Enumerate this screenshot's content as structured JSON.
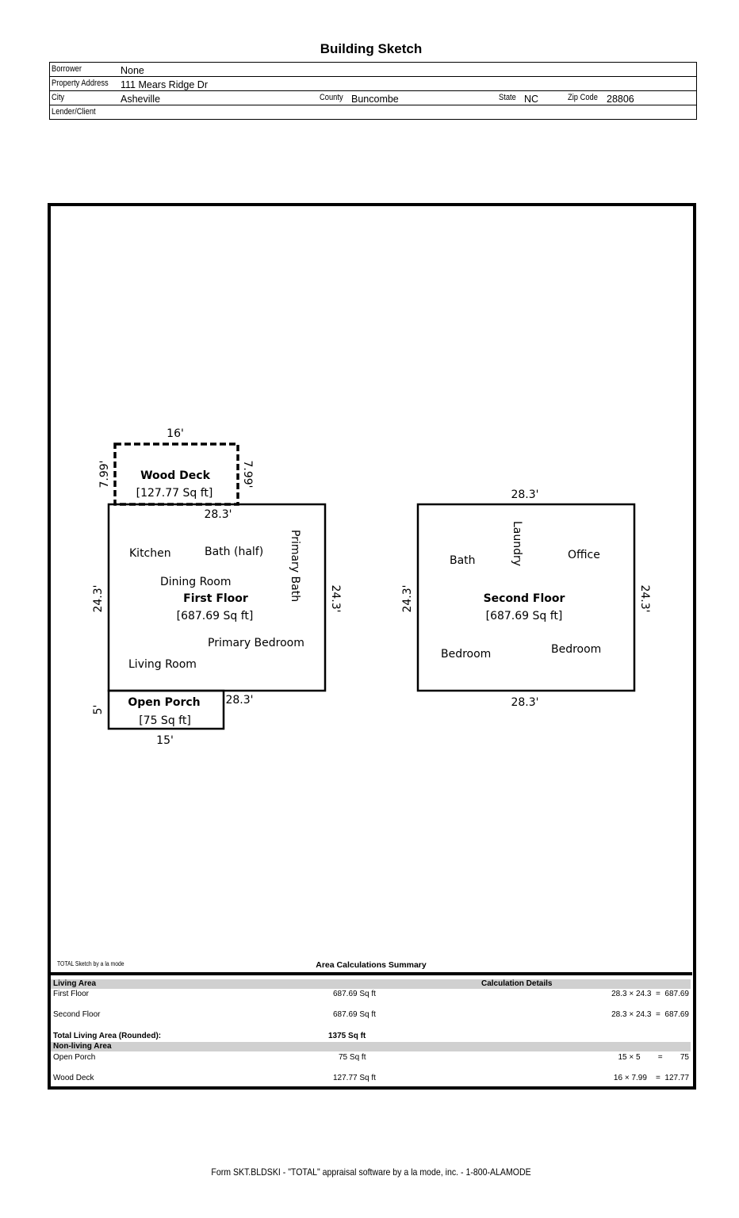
{
  "title": "Building Sketch",
  "header": {
    "borrower_label": "Borrower",
    "borrower": "None",
    "address_label": "Property Address",
    "address": "111 Mears Ridge Dr",
    "city_label": "City",
    "city": "Asheville",
    "county_label": "County",
    "county": "Buncombe",
    "state_label": "State",
    "state": "NC",
    "zip_label": "Zip Code",
    "zip": "28806",
    "lender_label": "Lender/Client"
  },
  "sketch": {
    "deck": {
      "name": "Wood Deck",
      "area": "[127.77 Sq ft]",
      "top": "16'",
      "left": "7.99'",
      "right": "7.99'"
    },
    "first": {
      "name": "First Floor",
      "area": "[687.69 Sq ft]",
      "top": "28.3'",
      "left": "24.3'",
      "right": "24.3'",
      "bottom": "28.3'",
      "rooms": [
        "Kitchen",
        "Bath (half)",
        "Dining Room",
        "Primary Bath",
        "Primary Bedroom",
        "Living Room"
      ]
    },
    "porch": {
      "name": "Open Porch",
      "area": "[75 Sq ft]",
      "left": "5'",
      "bottom": "15'"
    },
    "second": {
      "name": "Second Floor",
      "area": "[687.69 Sq ft]",
      "top": "28.3'",
      "left": "24.3'",
      "right": "24.3'",
      "bottom": "28.3'",
      "rooms": [
        "Bath",
        "Laundry",
        "Office",
        "Bedroom",
        "Bedroom"
      ]
    }
  },
  "credit": "TOTAL Sketch by a la mode",
  "summary": {
    "title": "Area Calculations Summary",
    "living_header": "Living Area",
    "details_header": "Calculation Details",
    "living": [
      {
        "name": "First Floor",
        "area": "687.69 Sq ft",
        "calc": "28.3 × 24.3  =  687.69"
      },
      {
        "name": "Second Floor",
        "area": "687.69 Sq ft",
        "calc": "28.3 × 24.3  =  687.69"
      }
    ],
    "total_label": "Total Living Area (Rounded):",
    "total": "1375 Sq ft",
    "nonliving_header": "Non-living Area",
    "nonliving": [
      {
        "name": "Open Porch",
        "area": "75 Sq ft",
        "calc": "15 × 5        =        75"
      },
      {
        "name": "Wood Deck",
        "area": "127.77 Sq ft",
        "calc": "16 × 7.99    =  127.77"
      }
    ]
  },
  "footer": "Form SKT.BLDSKI - \"TOTAL\" appraisal software by a la mode, inc. - 1-800-ALAMODE"
}
